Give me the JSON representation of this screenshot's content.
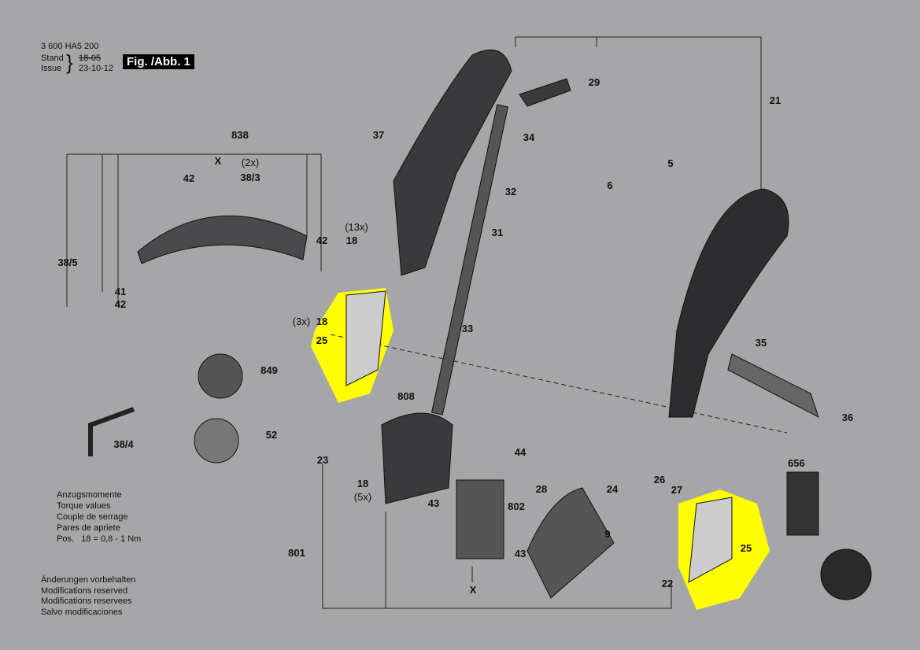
{
  "header": {
    "doc_number": "3 600 HA5 200",
    "stand_label": "Stand",
    "issue_label": "Issue",
    "old_date": "18-05",
    "issue_date": "23-10-12",
    "figure_label": "Fig. /Abb. 1"
  },
  "torque_notes": [
    "Anzugsmomente",
    "Torque values",
    "Couple de serrage",
    "Pares de apriete",
    "Pos.   18 = 0,8 - 1 Nm"
  ],
  "modification_notes": [
    "Änderungen vorbehalten",
    "Modifications reserved",
    "Modifications reservees",
    "Salvo modificaciones"
  ],
  "part_labels": [
    "838",
    "X",
    "(2x)",
    "38/3",
    "42",
    "42",
    "38/5",
    "41",
    "42",
    "37",
    "29",
    "21",
    "34",
    "5",
    "6",
    "32",
    "31",
    "(13x)",
    "18",
    "(3x)",
    "18",
    "25",
    "33",
    "35",
    "849",
    "808",
    "52",
    "38/4",
    "44",
    "23",
    "18",
    "(5x)",
    "43",
    "802",
    "28",
    "24",
    "26",
    "27",
    "656",
    "36",
    "9",
    "25",
    "43",
    "X",
    "22",
    "801"
  ],
  "highlight_color": "#ffff00",
  "highlighted_part": "25"
}
